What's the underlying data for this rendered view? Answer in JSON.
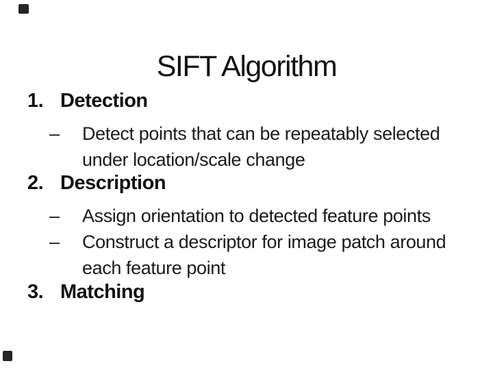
{
  "slide": {
    "title": "SIFT Algorithm",
    "bullet_char": "–",
    "items": [
      {
        "number": "1.",
        "label": "Detection",
        "bullets": [
          "Detect points that can be repeatably selected under location/scale change"
        ]
      },
      {
        "number": "2.",
        "label": "Description",
        "bullets": [
          "Assign orientation to detected feature points",
          "Construct a descriptor for image patch around each feature point"
        ]
      },
      {
        "number": "3.",
        "label": "Matching",
        "bullets": []
      }
    ],
    "colors": {
      "background": "#ffffff",
      "text": "#1a1a1a",
      "corner_mark": "#262626"
    }
  }
}
